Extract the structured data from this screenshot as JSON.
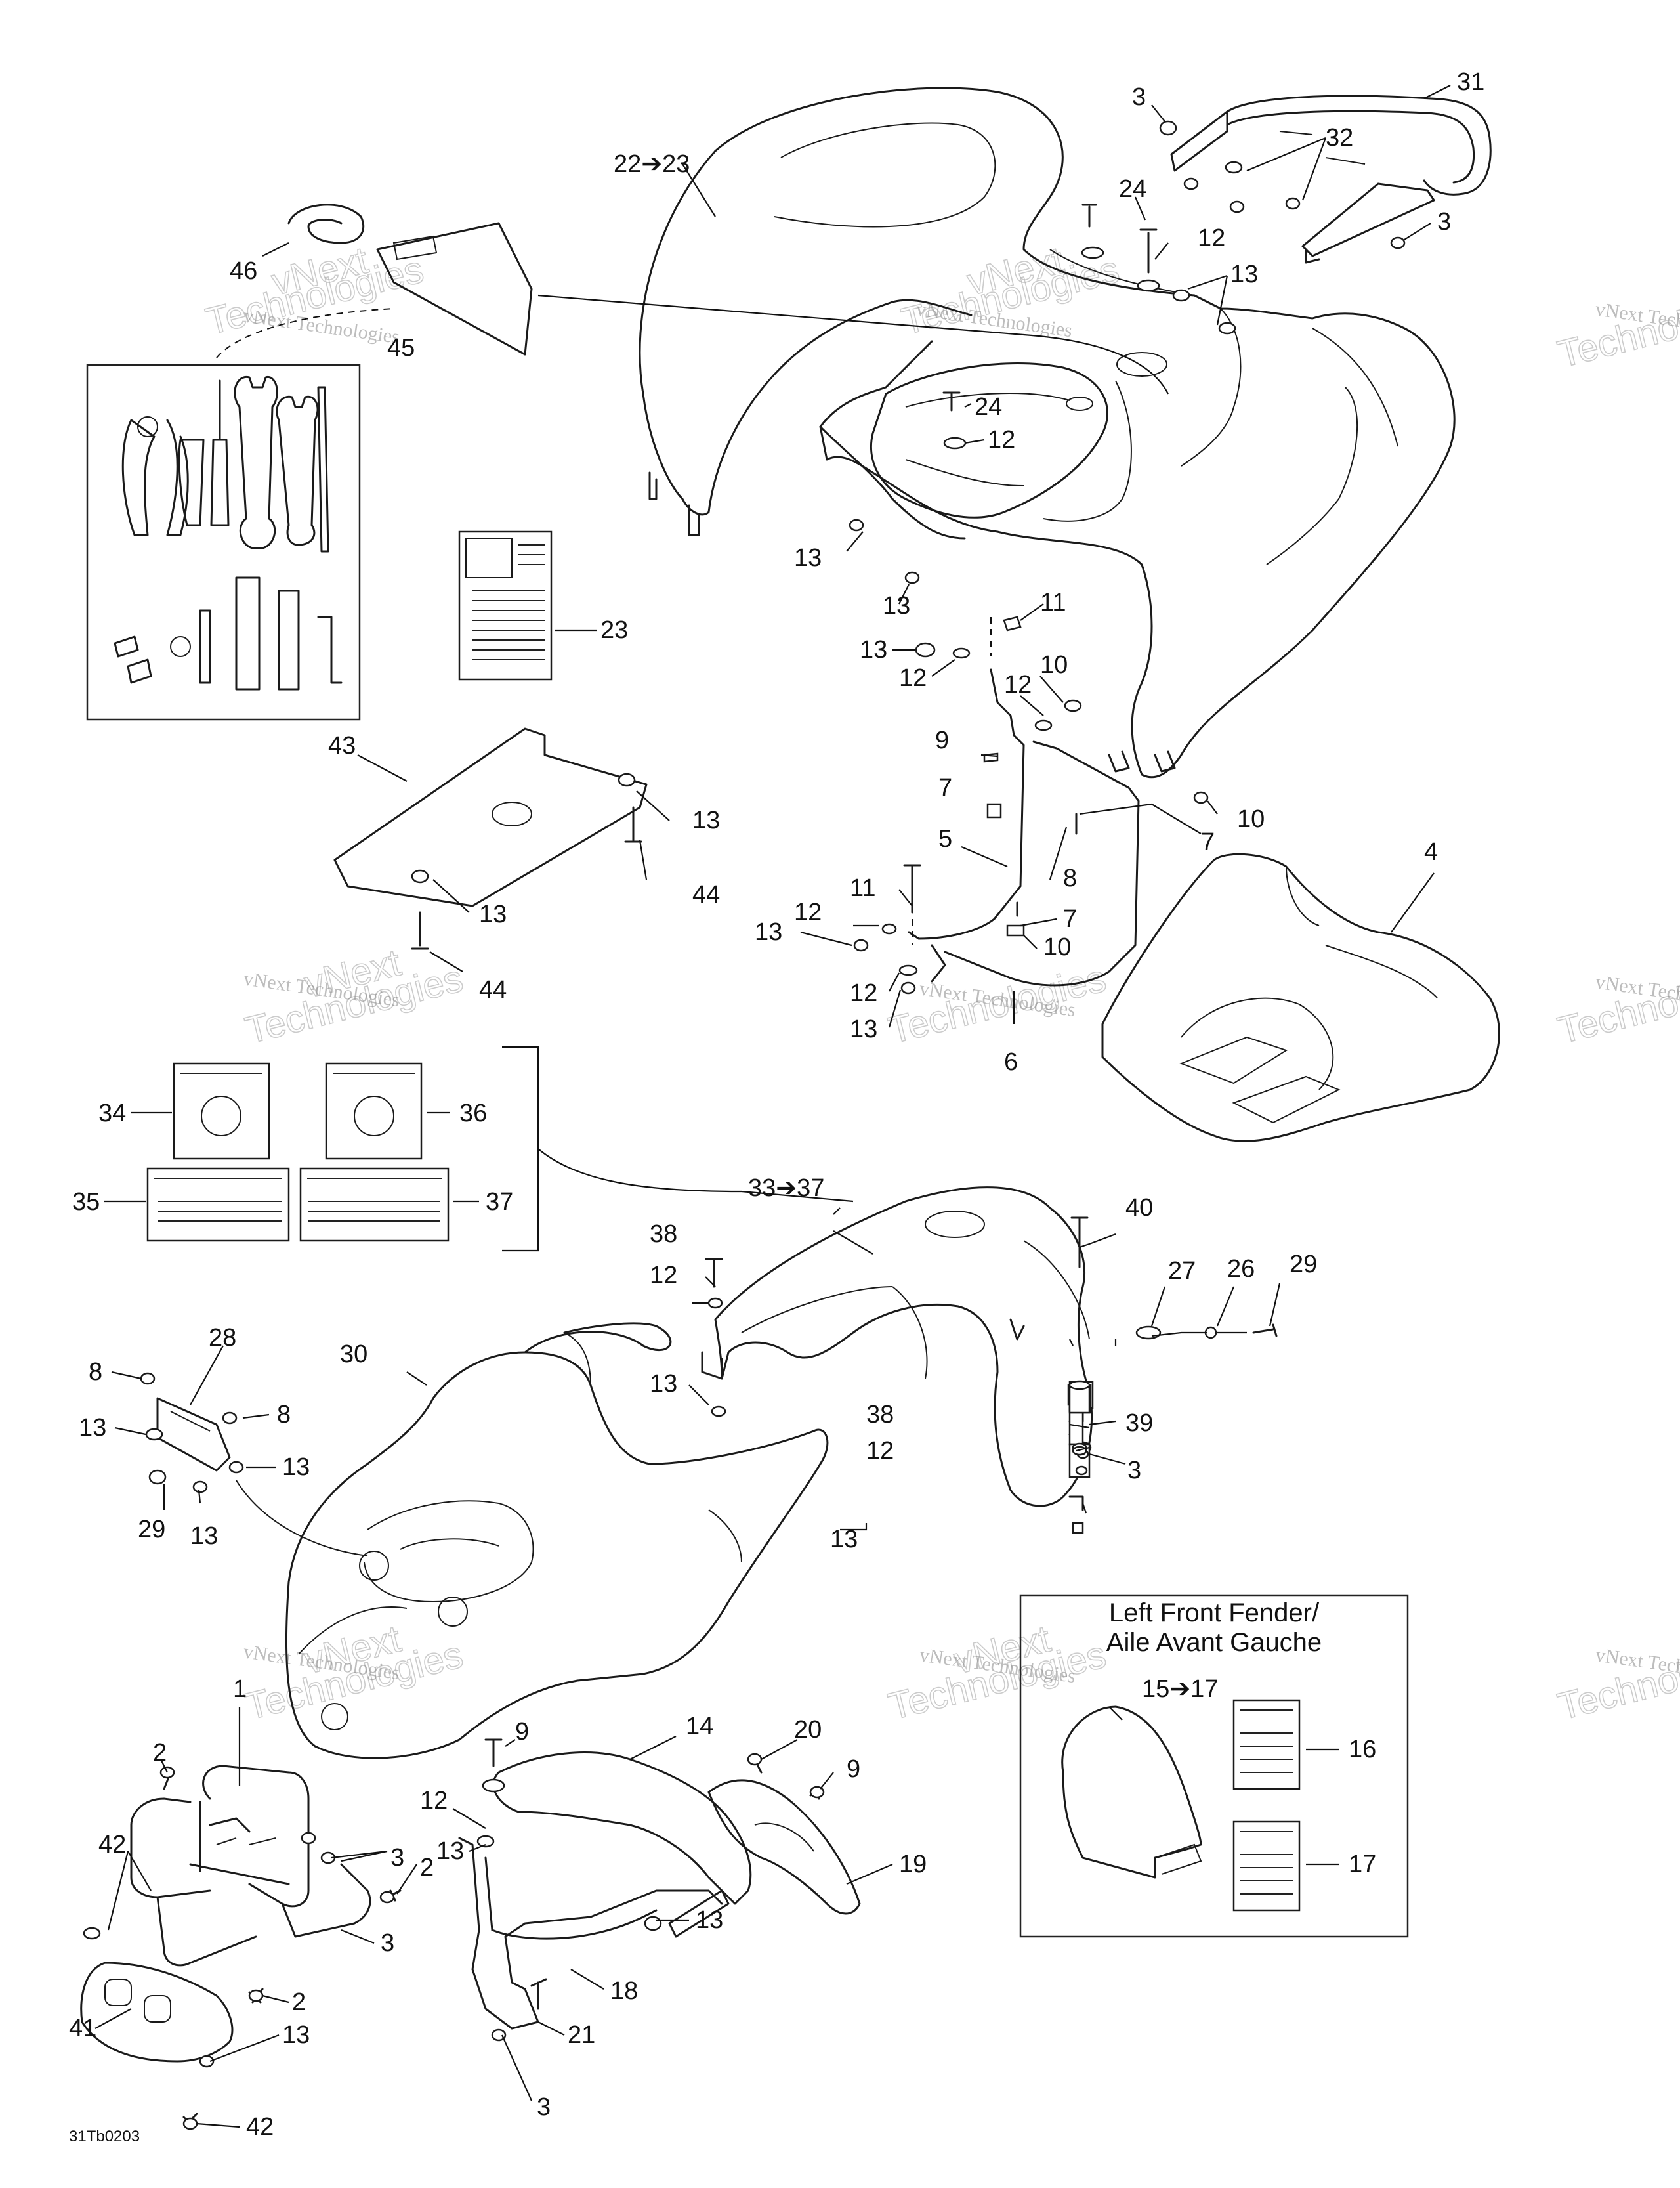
{
  "diagram": {
    "code": "31Tb0203",
    "inset_title_line1": "Left Front Fender/",
    "inset_title_line2": "Aile Avant Gauche",
    "watermark_line1": "vNext Technologies",
    "watermark_line2": "vNext",
    "watermark_line3": "Technologies",
    "callouts": [
      {
        "id": "c31",
        "text": "31"
      },
      {
        "id": "c3a",
        "text": "3"
      },
      {
        "id": "c32",
        "text": "32"
      },
      {
        "id": "c22",
        "text": "22➔23"
      },
      {
        "id": "c24a",
        "text": "24"
      },
      {
        "id": "c12a",
        "text": "12"
      },
      {
        "id": "c3b",
        "text": "3"
      },
      {
        "id": "c13a",
        "text": "13"
      },
      {
        "id": "c46",
        "text": "46"
      },
      {
        "id": "c45",
        "text": "45"
      },
      {
        "id": "c24b",
        "text": "24"
      },
      {
        "id": "c12b",
        "text": "12"
      },
      {
        "id": "c13b",
        "text": "13"
      },
      {
        "id": "c13c",
        "text": "13"
      },
      {
        "id": "c23",
        "text": "23"
      },
      {
        "id": "c11a",
        "text": "11"
      },
      {
        "id": "c13d",
        "text": "13"
      },
      {
        "id": "c12c",
        "text": "12"
      },
      {
        "id": "c10a",
        "text": "10"
      },
      {
        "id": "c12d",
        "text": "12"
      },
      {
        "id": "c9a",
        "text": "9"
      },
      {
        "id": "c7a",
        "text": "7"
      },
      {
        "id": "c10b",
        "text": "10"
      },
      {
        "id": "c7b",
        "text": "7"
      },
      {
        "id": "c43",
        "text": "43"
      },
      {
        "id": "c13e",
        "text": "13"
      },
      {
        "id": "c44a",
        "text": "44"
      },
      {
        "id": "c13f",
        "text": "13"
      },
      {
        "id": "c44b",
        "text": "44"
      },
      {
        "id": "c5",
        "text": "5"
      },
      {
        "id": "c4",
        "text": "4"
      },
      {
        "id": "c11b",
        "text": "11"
      },
      {
        "id": "c8a",
        "text": "8"
      },
      {
        "id": "c13g",
        "text": "13"
      },
      {
        "id": "c12e",
        "text": "12"
      },
      {
        "id": "c7c",
        "text": "7"
      },
      {
        "id": "c10c",
        "text": "10"
      },
      {
        "id": "c12f",
        "text": "12"
      },
      {
        "id": "c13h",
        "text": "13"
      },
      {
        "id": "c6",
        "text": "6"
      },
      {
        "id": "c34",
        "text": "34"
      },
      {
        "id": "c36",
        "text": "36"
      },
      {
        "id": "c35",
        "text": "35"
      },
      {
        "id": "c37",
        "text": "37"
      },
      {
        "id": "c33",
        "text": "33➔37"
      },
      {
        "id": "c38a",
        "text": "38"
      },
      {
        "id": "c40",
        "text": "40"
      },
      {
        "id": "c12g",
        "text": "12"
      },
      {
        "id": "c27",
        "text": "27"
      },
      {
        "id": "c26",
        "text": "26"
      },
      {
        "id": "c29a",
        "text": "29"
      },
      {
        "id": "c28",
        "text": "28"
      },
      {
        "id": "c30",
        "text": "30"
      },
      {
        "id": "c8b",
        "text": "8"
      },
      {
        "id": "c8c",
        "text": "8"
      },
      {
        "id": "c13i",
        "text": "13"
      },
      {
        "id": "c13j",
        "text": "13"
      },
      {
        "id": "c13k",
        "text": "13"
      },
      {
        "id": "c39",
        "text": "39"
      },
      {
        "id": "c38b",
        "text": "38"
      },
      {
        "id": "c12h",
        "text": "12"
      },
      {
        "id": "c3c",
        "text": "3"
      },
      {
        "id": "c29b",
        "text": "29"
      },
      {
        "id": "c13l",
        "text": "13"
      },
      {
        "id": "c13m",
        "text": "13"
      },
      {
        "id": "c1",
        "text": "1"
      },
      {
        "id": "c15",
        "text": "15➔17"
      },
      {
        "id": "c16",
        "text": "16"
      },
      {
        "id": "c17",
        "text": "17"
      },
      {
        "id": "c14",
        "text": "14"
      },
      {
        "id": "c20",
        "text": "20"
      },
      {
        "id": "c9b",
        "text": "9"
      },
      {
        "id": "c9c",
        "text": "9"
      },
      {
        "id": "c2a",
        "text": "2"
      },
      {
        "id": "c12i",
        "text": "12"
      },
      {
        "id": "c42a",
        "text": "42"
      },
      {
        "id": "c3d",
        "text": "3"
      },
      {
        "id": "c13n",
        "text": "13"
      },
      {
        "id": "c19",
        "text": "19"
      },
      {
        "id": "c2b",
        "text": "2"
      },
      {
        "id": "c13o",
        "text": "13"
      },
      {
        "id": "c3e",
        "text": "3"
      },
      {
        "id": "c2c",
        "text": "2"
      },
      {
        "id": "c18",
        "text": "18"
      },
      {
        "id": "c41",
        "text": "41"
      },
      {
        "id": "c13p",
        "text": "13"
      },
      {
        "id": "c21",
        "text": "21"
      },
      {
        "id": "c42b",
        "text": "42"
      },
      {
        "id": "c3f",
        "text": "3"
      }
    ]
  }
}
